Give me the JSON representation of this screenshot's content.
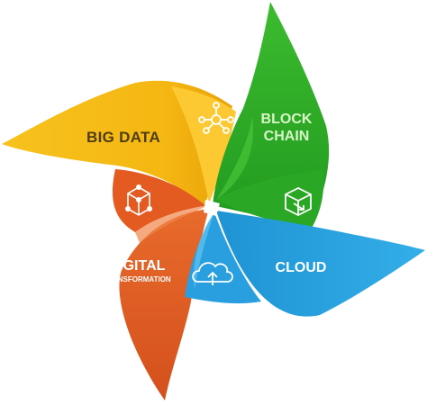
{
  "blades": [
    {
      "label": "BIG DATA",
      "sublabel": "",
      "icon": "network-nodes-icon",
      "color": "#f5b712",
      "dark": "#d79a05",
      "text_color": "#4d3d12"
    },
    {
      "label": "BLOCK",
      "sublabel": "CHAIN",
      "icon": "box-arrow-icon",
      "color": "#33b12d",
      "dark": "#1f8f1c",
      "text_color": "#d9f5c8"
    },
    {
      "label": "CLOUD",
      "sublabel": "",
      "icon": "cloud-upload-icon",
      "color": "#28a4e2",
      "dark": "#1584c4",
      "text_color": "#ffffff"
    },
    {
      "label": "DIGITAL",
      "sublabel": "TRANSFORMATION",
      "icon": "cube-network-icon",
      "color": "#e6612a",
      "dark": "#c84a18",
      "text_color": "#ffffff"
    }
  ]
}
